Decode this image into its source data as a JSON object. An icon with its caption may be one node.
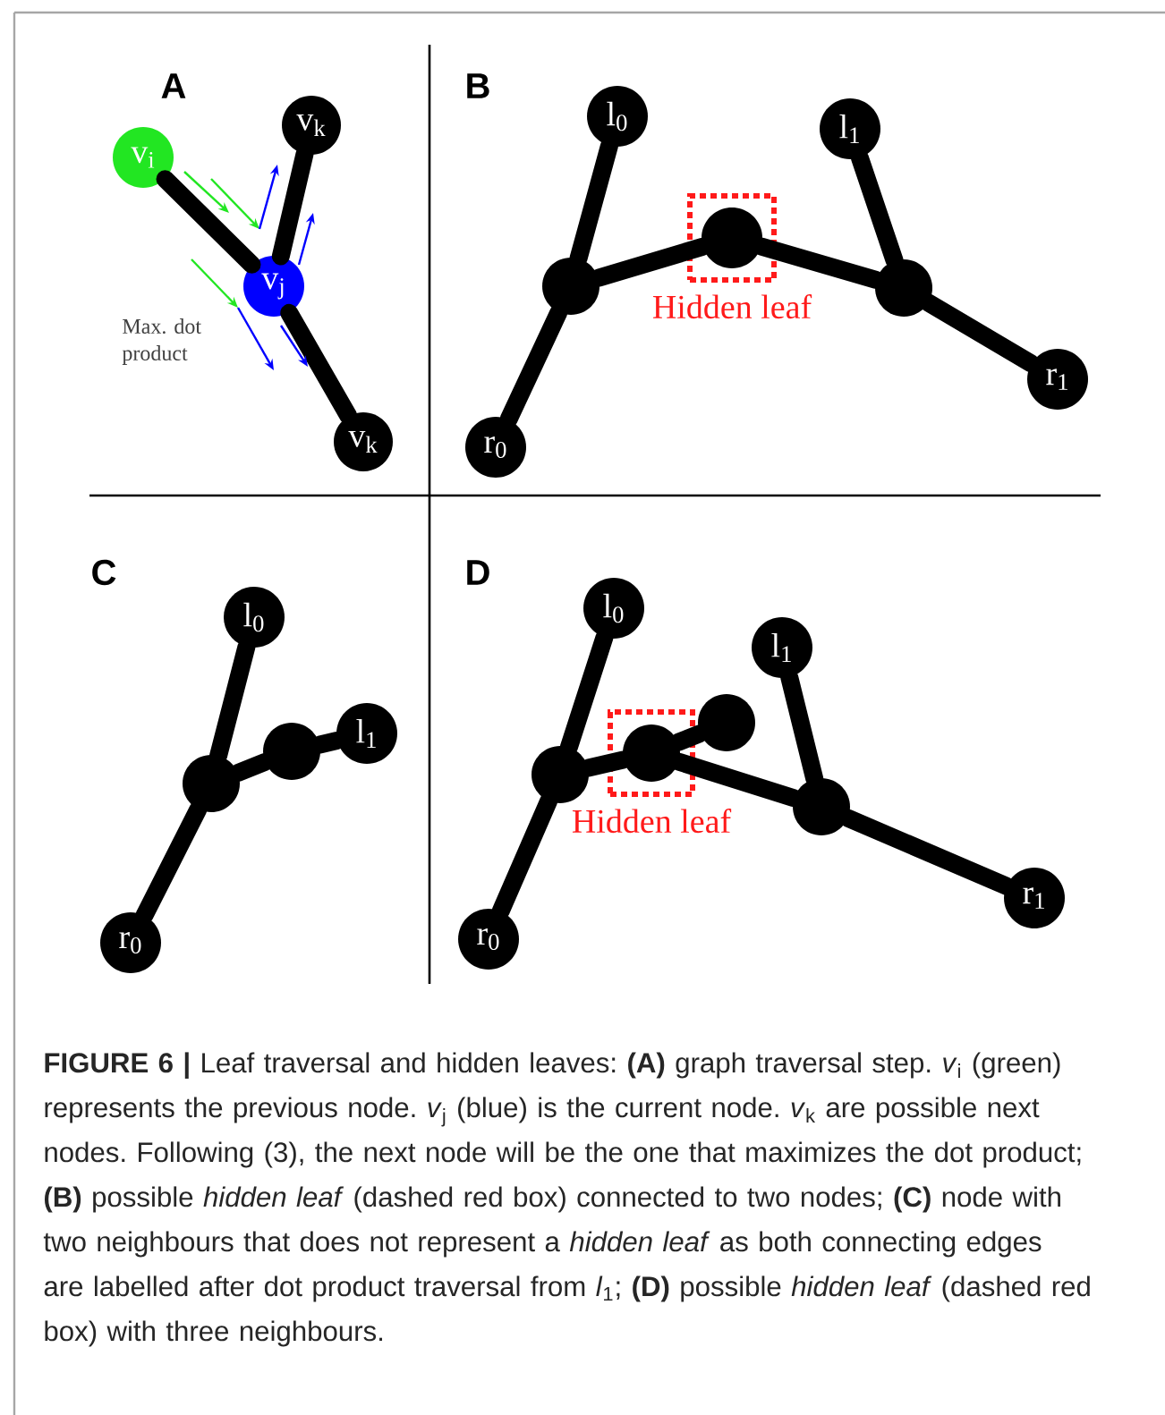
{
  "diagram": {
    "caption": "**FIGURE 6 |** Leaf traversal and hidden leaves: **(A)** graph traversal step. *v*$_{i}$ (green) represents the previous node. *v*$_{j}$ (blue) is the current node. *v*$_{k}$ are possible next nodes. Following (3), the next node will be the one that maximizes the dot product; **(B)** possible *hidden leaf* (dashed red box) connected to two nodes; **(C)** node with two neighbours that does not represent a *hidden leaf* as both connecting edges are labelled after dot product traversal from *l*$_{1}$; **(D)** possible *hidden leaf* (dashed red box) with three neighbours.",
    "nodes": [
      {
        "text": [
          "v$_{i}$"
        ]
      },
      {
        "text": [
          "v$_{k}$"
        ]
      },
      {
        "text": [
          "v$_{j}$"
        ]
      },
      {
        "text": [
          "v$_{k}$"
        ]
      },
      {
        "text": [
          "l$_{0}$"
        ]
      },
      {
        "text": [
          "l$_{1}$"
        ]
      },
      {
        "text": [],
        "shape": "circle"
      },
      {
        "text": [
          "Hidden leaf"
        ]
      },
      {
        "text": [],
        "shape": "circle",
        "in": 7
      },
      {
        "text": [],
        "shape": "circle"
      },
      {
        "text": [
          "r$_{1}$"
        ]
      },
      {
        "text": [
          "r$_{0}$"
        ]
      },
      {
        "text": [
          "l$_{0}$"
        ]
      },
      {
        "text": [
          "l$_{1}$"
        ]
      },
      {
        "text": [],
        "shape": "circle"
      },
      {
        "text": [],
        "shape": "circle"
      },
      {
        "text": [
          "r$_{0}$"
        ]
      },
      {
        "text": [
          "l$_{0}$"
        ]
      },
      {
        "text": [
          "l$_{1}$"
        ]
      },
      {
        "text": [],
        "shape": "circle"
      },
      {
        "text": [
          "Hidden leaf"
        ]
      },
      {
        "text": [],
        "shape": "circle",
        "in": 20
      },
      {
        "text": [],
        "shape": "circle"
      },
      {
        "text": [],
        "shape": "circle"
      },
      {
        "text": [
          "r$_{1}$"
        ]
      },
      {
        "text": [
          "r$_{0}$"
        ]
      }
    ],
    "edges": [
      {
        "from": 0,
        "to": 2,
        "arrow": "none"
      },
      {
        "from": 2,
        "to": 1,
        "arrow": "none"
      },
      {
        "from": 2,
        "to": 3,
        "arrow": "none"
      },
      {
        "from": 4,
        "to": 6,
        "arrow": "none"
      },
      {
        "from": 11,
        "to": 6,
        "arrow": "none"
      },
      {
        "from": 6,
        "to": 8,
        "arrow": "none"
      },
      {
        "from": 8,
        "to": 9,
        "arrow": "none"
      },
      {
        "from": 9,
        "to": 5,
        "arrow": "none"
      },
      {
        "from": 9,
        "to": 10,
        "arrow": "none"
      },
      {
        "from": 12,
        "to": 15,
        "arrow": "none"
      },
      {
        "from": 16,
        "to": 15,
        "arrow": "none"
      },
      {
        "from": 15,
        "to": 14,
        "arrow": "none"
      },
      {
        "from": 14,
        "to": 13,
        "arrow": "none"
      },
      {
        "from": 17,
        "to": 22,
        "arrow": "none"
      },
      {
        "from": 25,
        "to": 22,
        "arrow": "none"
      },
      {
        "from": 22,
        "to": 21,
        "arrow": "none"
      },
      {
        "from": 21,
        "to": 19,
        "arrow": "none"
      },
      {
        "from": 21,
        "to": 23,
        "arrow": "none"
      },
      {
        "from": 23,
        "to": 18,
        "arrow": "none"
      },
      {
        "from": 23,
        "to": 24,
        "arrow": "none"
      }
    ],
    "labels": [
      "A",
      "Max. dot product",
      "B",
      "C",
      "D"
    ]
  }
}
